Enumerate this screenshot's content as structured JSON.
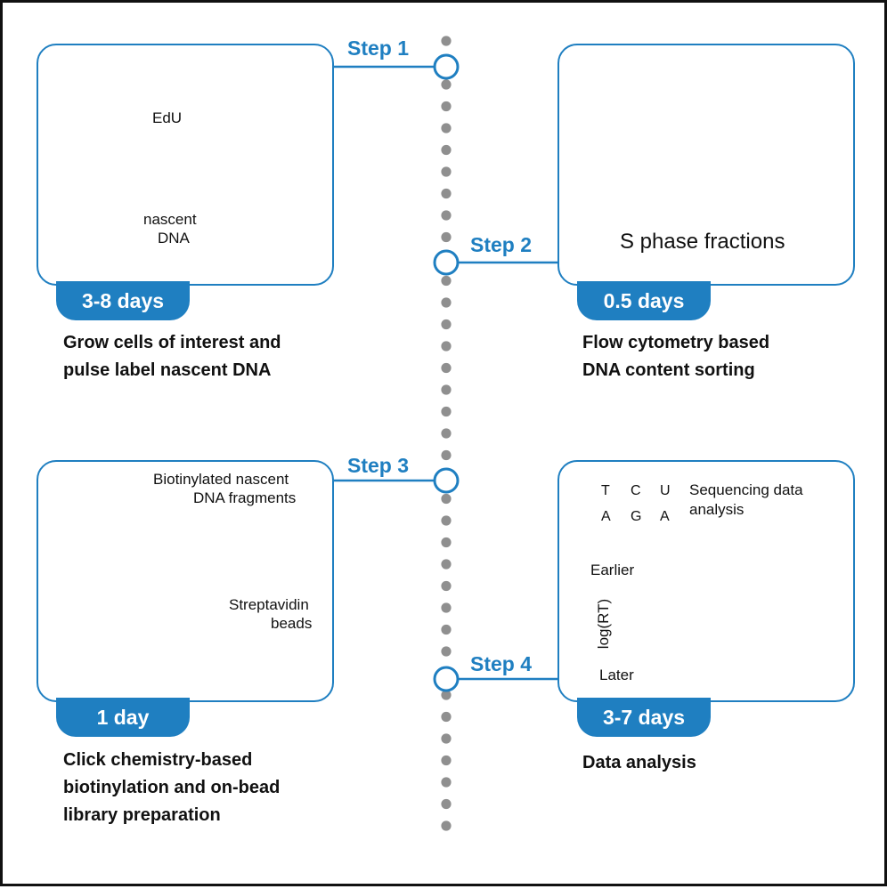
{
  "steps": [
    {
      "label": "Step 1",
      "duration": "3-8 days",
      "caption_lines": [
        "Grow cells of interest and",
        "pulse label nascent DNA"
      ]
    },
    {
      "label": "Step 2",
      "duration": "0.5 days",
      "caption_lines": [
        "Flow cytometry based",
        "DNA content sorting"
      ]
    },
    {
      "label": "Step 3",
      "duration": "1 day",
      "caption_lines": [
        "Click chemistry-based",
        "biotinylation and on-bead",
        "library preparation"
      ]
    },
    {
      "label": "Step 4",
      "duration": "3-7 days",
      "caption_lines": [
        "Data analysis"
      ]
    }
  ],
  "panel1": {
    "edu_label": "EdU",
    "nascent_label_lines": [
      "nascent",
      "DNA"
    ]
  },
  "panel2": {
    "fractions_label": "S phase fractions"
  },
  "panel3": {
    "fragments_label_lines": [
      "Biotinylated nascent",
      "DNA fragments"
    ],
    "beads_label_lines": [
      "Streptavidin",
      "beads"
    ]
  },
  "panel4": {
    "bases": [
      {
        "top": "T",
        "bottom": "A"
      },
      {
        "top": "C",
        "bottom": "G"
      },
      {
        "top": "U",
        "bottom": "A"
      }
    ],
    "seq_label_lines": [
      "Sequencing data",
      "analysis"
    ],
    "earlier_label": "Earlier",
    "later_label": "Later",
    "axis_label": "log(RT)"
  },
  "colors": {
    "accent": "#1f7fc1",
    "strand": "#111111",
    "nascent": "#e32a1c",
    "edu_star": "#fff35c",
    "cell": "#c3dde6",
    "nucleus": "#6aa3aa",
    "bead": "#595959"
  }
}
